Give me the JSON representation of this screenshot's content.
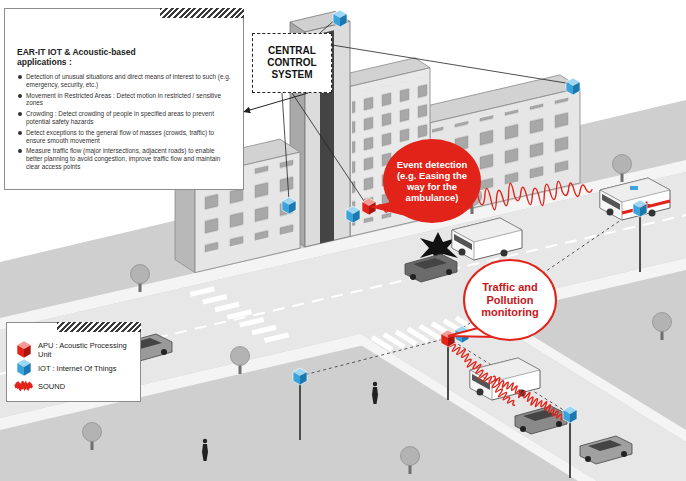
{
  "diagram": {
    "nodes": [
      {
        "text": [
          "EAR-IT IOT & Acoustic-based applications :",
          "Detection of unusual situations and direct means of interest to such (e.g. emergency, security, etc.)",
          "Movement in Restricted Areas : Detect motion in restricted / sensitive zones",
          "Crowding : Detect crowding of people in specified areas to prevent potential safety hazards",
          "Detect exceptions to the general flow of masses (crowds, traffic) to ensure smooth movement",
          "Measure traffic flow (major intersections, adjacent roads) to enable better planning to avoid congestion, improve traffic flow and maintain clear access points"
        ]
      },
      {
        "text": [
          "CENTRAL CONTROL SYSTEM"
        ]
      },
      {
        "text": [
          "Event detection (e.g. Easing the way for the ambulance)"
        ]
      },
      {
        "text": [
          "Traffic and Pollution monitoring"
        ]
      }
    ],
    "edges": [
      {
        "from": 1,
        "to": 0,
        "arrow": "to"
      }
    ],
    "legend": [
      {
        "text": "APU : Acoustic Processing Unit"
      },
      {
        "text": "IOT : Internet Of Things"
      },
      {
        "text": "SOUND"
      }
    ]
  }
}
